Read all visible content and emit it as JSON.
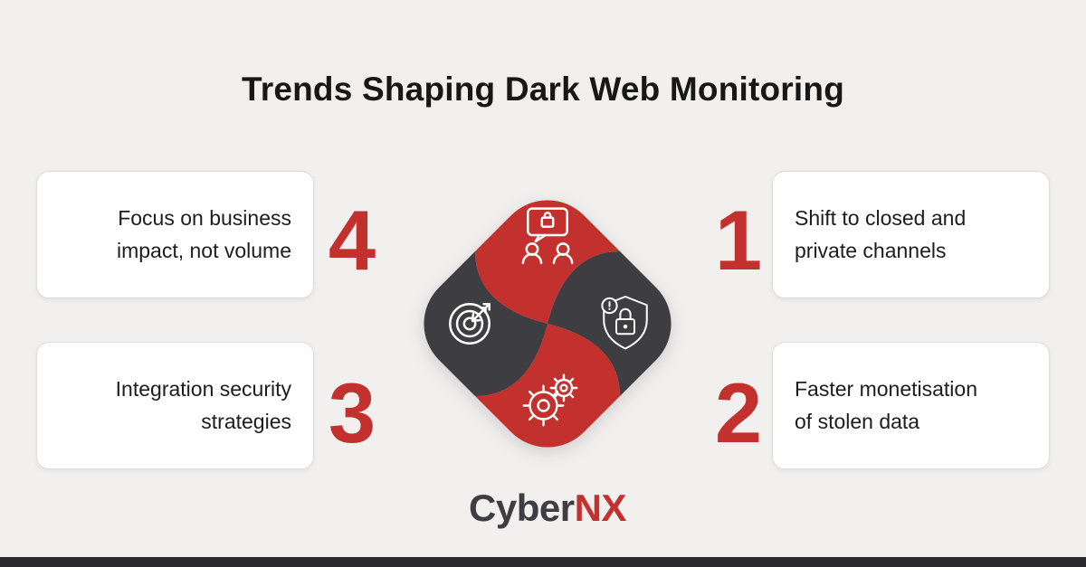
{
  "title": "Trends Shaping Dark Web Monitoring",
  "brand": {
    "part1": "Cyber",
    "part2": "NX"
  },
  "colors": {
    "red": "#c2312d",
    "dark": "#3e3d42",
    "background": "#f1f0ee",
    "card_background": "#ffffff",
    "card_border": "#dcdcdc",
    "title_text": "#171717",
    "card_text": "#1d1d1d",
    "bottom_bar": "#2a292e",
    "icon_stroke": "#ffffff"
  },
  "cards": {
    "top_left": {
      "number": "4",
      "text": "Focus on business\nimpact, not volume"
    },
    "bottom_left": {
      "number": "3",
      "text": "Integration security\nstrategies"
    },
    "top_right": {
      "number": "1",
      "text": "Shift to closed and\nprivate channels"
    },
    "bottom_right": {
      "number": "2",
      "text": "Faster monetisation\nof stolen data"
    }
  },
  "pinwheel": {
    "petals": [
      {
        "position": "top",
        "color": "red",
        "icon": "secure-chat-users-icon"
      },
      {
        "position": "right",
        "color": "dark",
        "icon": "shield-alert-lock-icon"
      },
      {
        "position": "bottom",
        "color": "red",
        "icon": "gears-icon"
      },
      {
        "position": "left",
        "color": "dark",
        "icon": "target-dart-icon"
      }
    ]
  }
}
